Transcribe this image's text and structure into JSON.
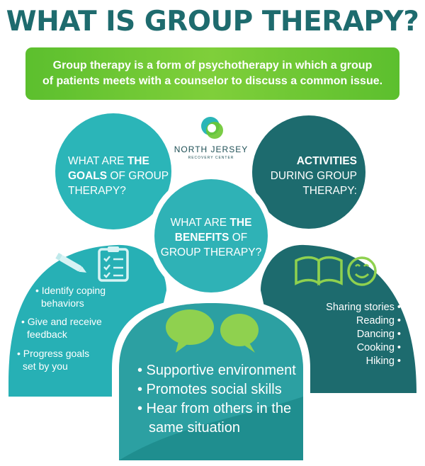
{
  "title": "WHAT IS GROUP THERAPY?",
  "banner": {
    "line1": "Group therapy is a form of psychotherapy in which a group",
    "line2": "of patients meets with a counselor to discuss a common issue."
  },
  "logo": {
    "name": "NORTH JERSEY",
    "sub": "RECOVERY CENTER"
  },
  "goals": {
    "heading": {
      "l1a": "WHAT ARE ",
      "l1b": "THE",
      "l2a": "GOALS",
      "l2b": " OF GROUP",
      "l3": "THERAPY?"
    },
    "bullets": [
      {
        "l1": "• Identify coping",
        "l2": "behaviors"
      },
      {
        "l1": "• Give and receive",
        "l2": "feedback"
      },
      {
        "l1": "• Progress goals",
        "l2": "set by you"
      }
    ]
  },
  "benefits": {
    "heading": {
      "l1a": "WHAT ARE ",
      "l1b": "THE",
      "l2a": "BENEFITS",
      "l2b": " OF",
      "l3": "GROUP THERAPY?"
    },
    "bullets": [
      "• Supportive environment",
      "• Promotes social skills",
      "• Hear from others in the",
      "same situation"
    ]
  },
  "activities": {
    "heading": {
      "l1": "ACTIVITIES",
      "l2": "DURING GROUP",
      "l3": "THERAPY:"
    },
    "items": [
      "Sharing stories •",
      "Reading •",
      "Dancing •",
      "Cooking •",
      "Hiking •"
    ]
  },
  "colors": {
    "title": "#1e6b6e",
    "banner": "#6cc631",
    "goals": "#2bb5b8",
    "benefits_light": "#3bb6ba",
    "benefits_dark": "#1f8e8f",
    "activities": "#1d6b6e",
    "bubble": "#8fd14f"
  },
  "icons": [
    "pencil-icon",
    "clipboard-icon",
    "book-icon",
    "smiley-icon",
    "chat-bubble-icon",
    "logo-icon"
  ]
}
